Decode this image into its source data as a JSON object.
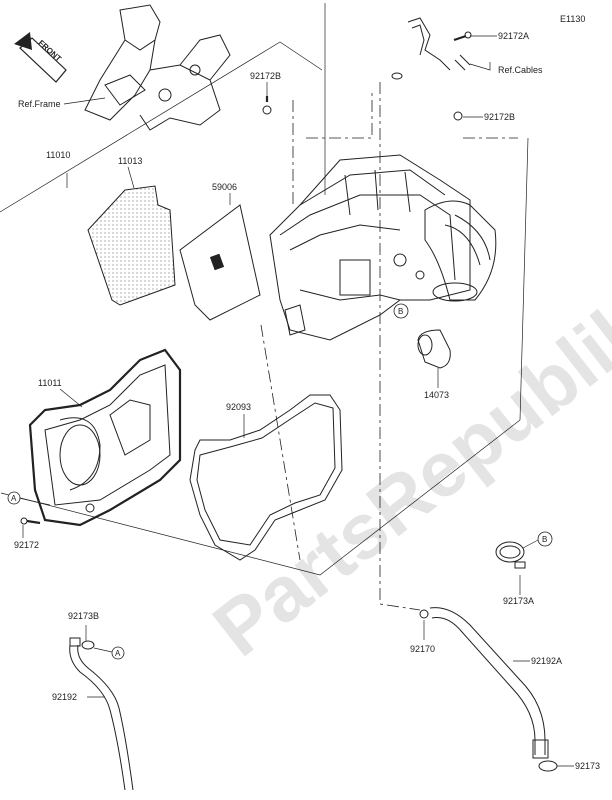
{
  "diagram_code": "E1130",
  "watermark": "PartsRepublik",
  "front_arrow": "FRONT",
  "colors": {
    "line": "#222222",
    "watermark": "#cfcfcf",
    "background": "#ffffff"
  },
  "labels": {
    "ref_frame": "Ref.Frame",
    "ref_cables": "Ref.Cables",
    "p11010": "11010",
    "p11013": "11013",
    "p59006": "59006",
    "p92172B_top": "92172B",
    "p92172A": "92172A",
    "p92172B_right": "92172B",
    "p14073": "14073",
    "p11011": "11011",
    "p92093": "92093",
    "p92172": "92172",
    "p92173A": "92173A",
    "p92173B": "92173B",
    "p92192": "92192",
    "p92170": "92170",
    "p92192A": "92192A",
    "p92173": "92173"
  },
  "callouts": {
    "a": "A",
    "b": "B"
  }
}
